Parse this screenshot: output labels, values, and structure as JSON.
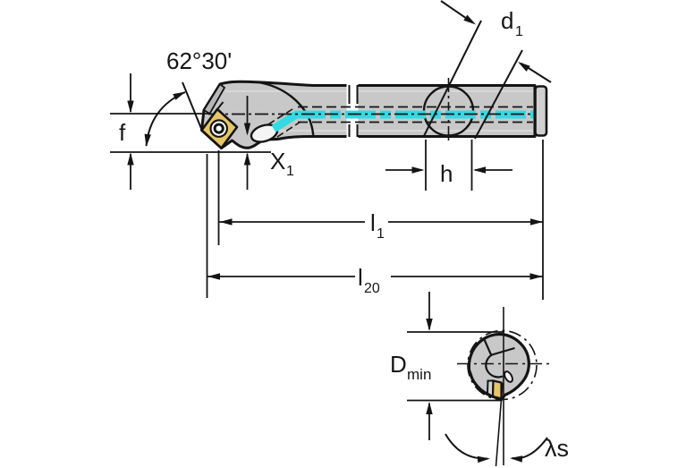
{
  "drawing": {
    "type": "technical-dimension-drawing",
    "subject": "boring-bar-with-indexable-insert",
    "views": {
      "main": "side-view",
      "secondary": "end-view"
    },
    "labels": {
      "insert_angle": "62°30'",
      "f": "f",
      "x1_base": "X",
      "x1_sub": "1",
      "d1_base": "d",
      "d1_sub": "1",
      "h": "h",
      "l1_base": "l",
      "l1_sub": "1",
      "l20_base": "l",
      "l20_sub": "20",
      "dmin_base": "D",
      "dmin_sub": "min",
      "lambda_s": "λs"
    },
    "colors": {
      "body_gray": "#c8c8c8",
      "end_cap_gray": "#d0d0d0",
      "facet_gray": "#b7b7b7",
      "seat_gray": "#d6d6d6",
      "insert_gold": "#e8c566",
      "coolant_cyan": "#31dbe4",
      "line_black": "#141414",
      "background": "#ffffff"
    }
  }
}
